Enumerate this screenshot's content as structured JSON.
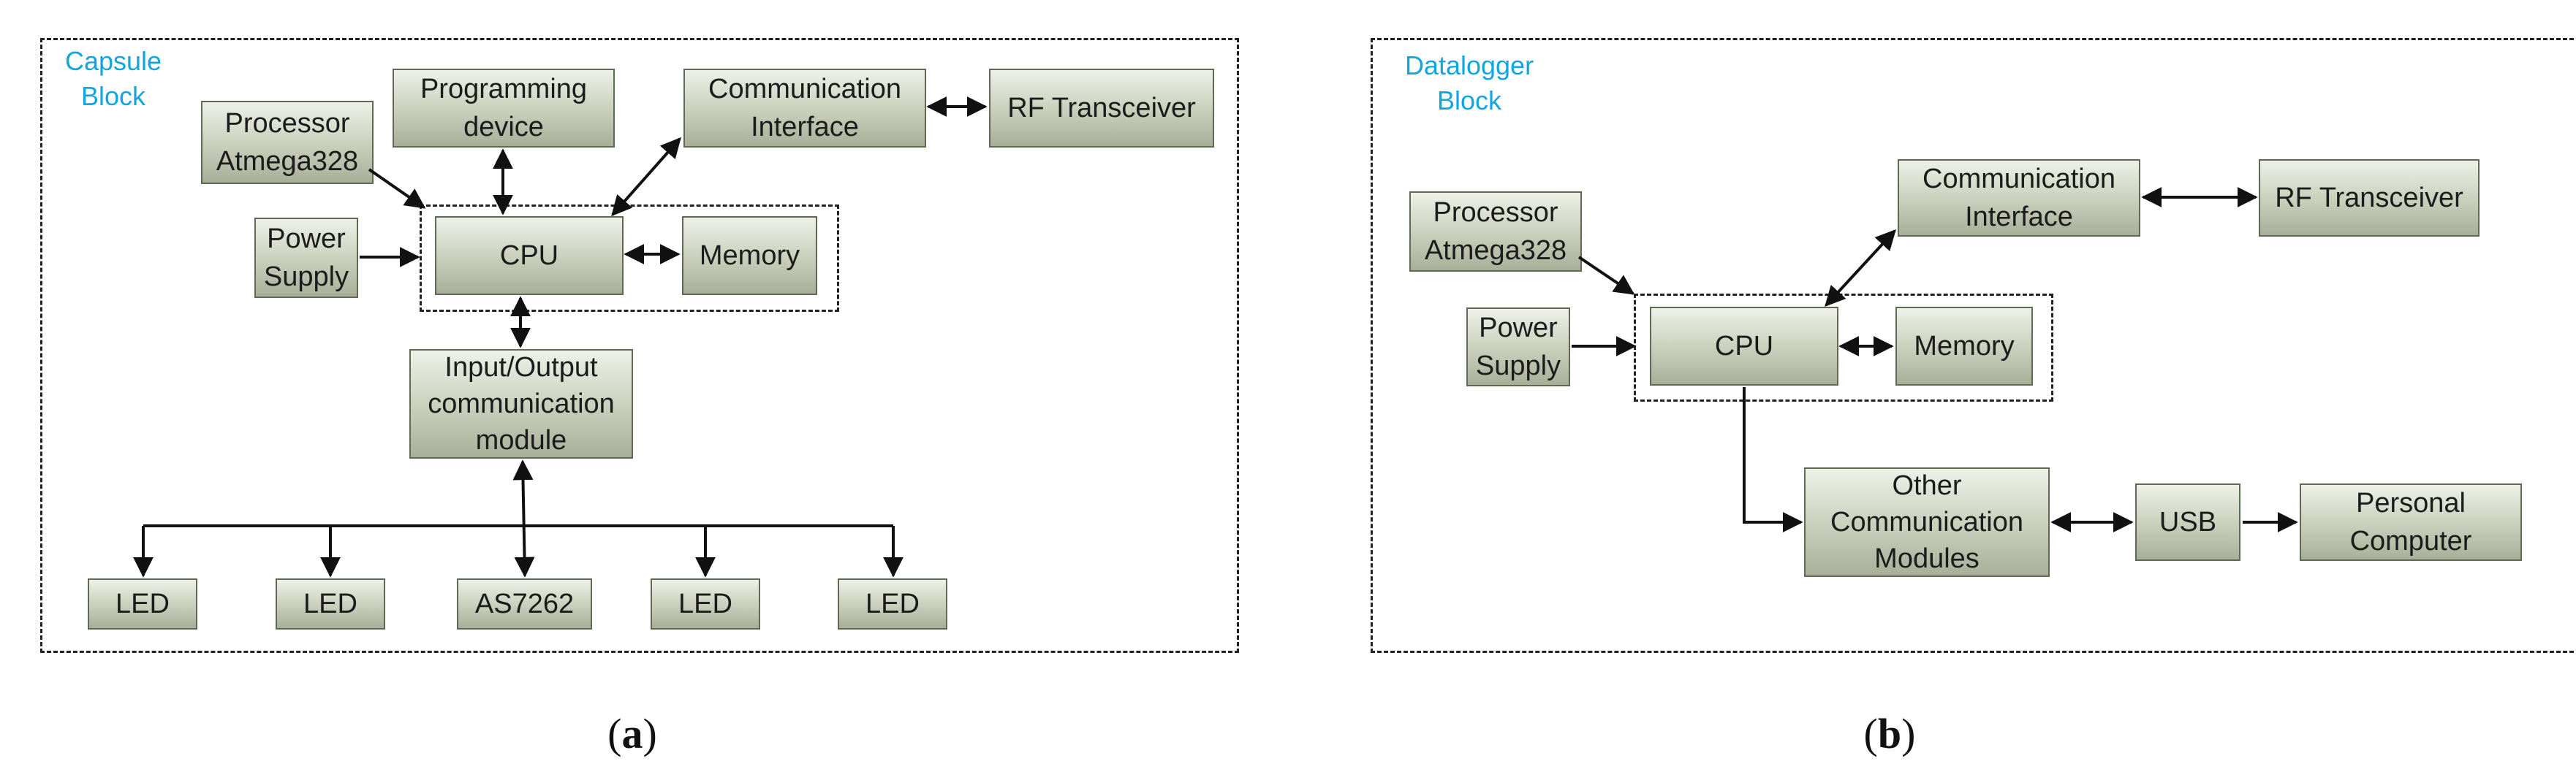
{
  "panel_a": {
    "title": "Capsule\nBlock",
    "caption_open": "(",
    "caption_letter": "a",
    "caption_close": ")",
    "blocks": {
      "processor": "Processor\nAtmega328",
      "programming": "Programming\ndevice",
      "comm_interface": "Communication\nInterface",
      "rf": "RF Transceiver",
      "power": "Power\nSupply",
      "cpu": "CPU",
      "memory": "Memory",
      "io": "Input/Output\ncommunication\nmodule",
      "led1": "LED",
      "led2": "LED",
      "sensor": "AS7262",
      "led3": "LED",
      "led4": "LED"
    }
  },
  "panel_b": {
    "title": "Datalogger\nBlock",
    "caption_open": "(",
    "caption_letter": "b",
    "caption_close": ")",
    "blocks": {
      "processor": "Processor\nAtmega328",
      "comm_interface": "Communication\nInterface",
      "rf": "RF Transceiver",
      "power": "Power\nSupply",
      "cpu": "CPU",
      "memory": "Memory",
      "other_comm": "Other\nCommunication\nModules",
      "usb": "USB",
      "pc": "Personal\nComputer"
    }
  }
}
